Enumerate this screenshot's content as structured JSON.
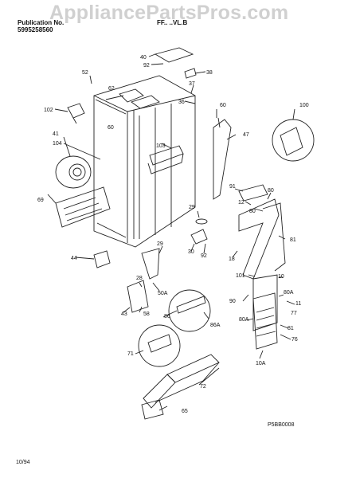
{
  "header": {
    "publication_label": "Publication No.",
    "publication_number": "5995258560",
    "model": "FF.. ..VL.B"
  },
  "watermark": "AppliancePartsPros.com",
  "diagram": {
    "code": "P5BB0008",
    "date": "10/94",
    "part_labels": [
      "40",
      "92",
      "38",
      "52",
      "60",
      "62",
      "37",
      "102",
      "36",
      "60",
      "104",
      "103",
      "47",
      "100",
      "41",
      "69",
      "91",
      "12",
      "80",
      "80",
      "81",
      "29",
      "30",
      "92",
      "18",
      "44",
      "29",
      "101",
      "10",
      "28",
      "50A",
      "80A",
      "11",
      "77",
      "90",
      "43",
      "58",
      "86",
      "86A",
      "80A",
      "81",
      "76",
      "71",
      "10A",
      "72",
      "65"
    ]
  },
  "colors": {
    "line": "#222222",
    "background": "#ffffff",
    "watermark": "#969696"
  }
}
